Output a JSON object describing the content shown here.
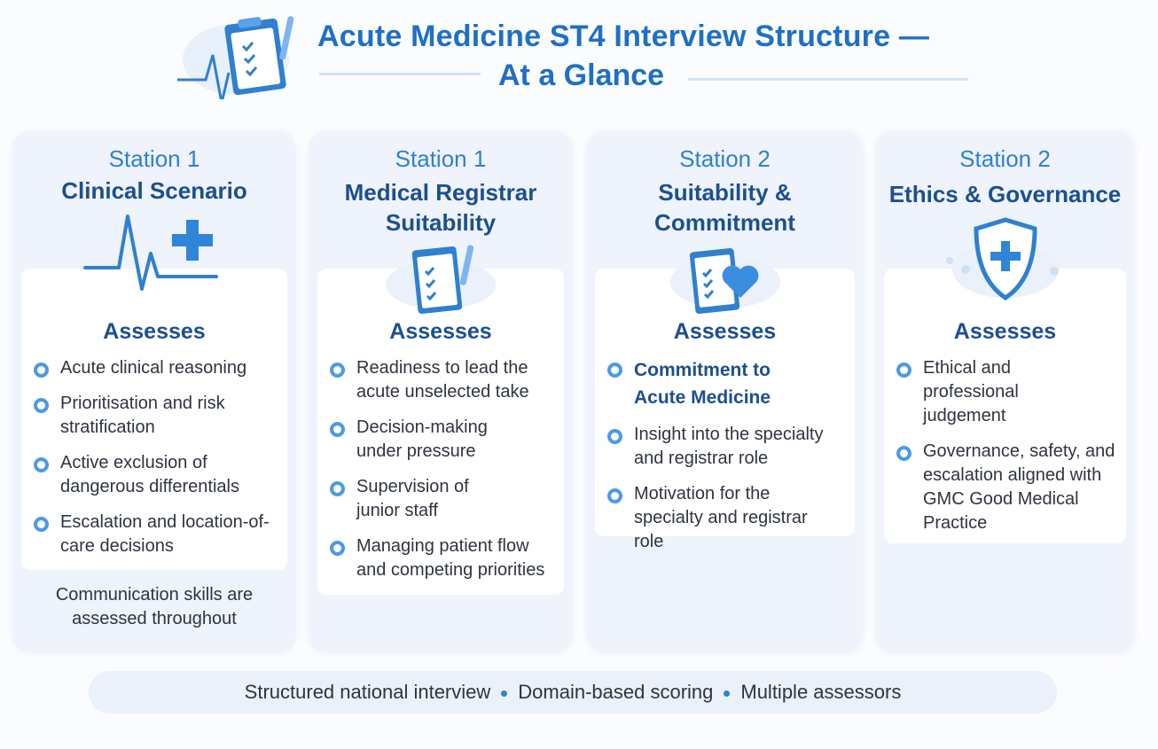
{
  "header": {
    "title_line1": "Acute Medicine ST4 Interview Structure —",
    "title_line2": "At a Glance",
    "icon": "clipboard-heartbeat-icon"
  },
  "cards": [
    {
      "station": "Station 1",
      "title": "Clinical Scenario",
      "icon": "heartbeat-cross-icon",
      "assesses": "Assesses",
      "bullets": [
        "Acute clinical reasoning",
        "Prioritisation and risk stratification",
        "Active exclusion of dangerous differentials",
        "Escalation and location-of-care decisions"
      ],
      "note": "Communication skills are assessed throughout"
    },
    {
      "station": "Station 1",
      "title": "Medical Registrar Suitability",
      "icon": "clipboard-checklist-icon",
      "assesses": "Assesses",
      "bullets": [
        "Readiness to lead the acute unselected take",
        "Decision-making under pressure",
        "Supervision of junior staff",
        "Managing patient flow and competing priorities"
      ]
    },
    {
      "station": "Station 2",
      "title": "Suitability & Commitment",
      "icon": "clipboard-heart-icon",
      "assesses": "Assesses",
      "bullets": [
        "Commitment to Acute Medicine",
        "Insight into the specialty and registrar role",
        "Motivation for the specialty and registrar role"
      ]
    },
    {
      "station": "Station 2",
      "title": "Ethics & Governance",
      "icon": "shield-cross-icon",
      "assesses": "Assesses",
      "bullets": [
        "Ethical and professional judgement",
        "Governance, safety, and escalation aligned with GMC Good Medical Practice"
      ]
    }
  ],
  "footer": {
    "items": [
      "Structured national interview",
      "Domain-based scoring",
      "Multiple assessors"
    ]
  },
  "colors": {
    "accent": "#2f80d0",
    "navy": "#1c4f90",
    "card_bg": "#eef3fc"
  }
}
